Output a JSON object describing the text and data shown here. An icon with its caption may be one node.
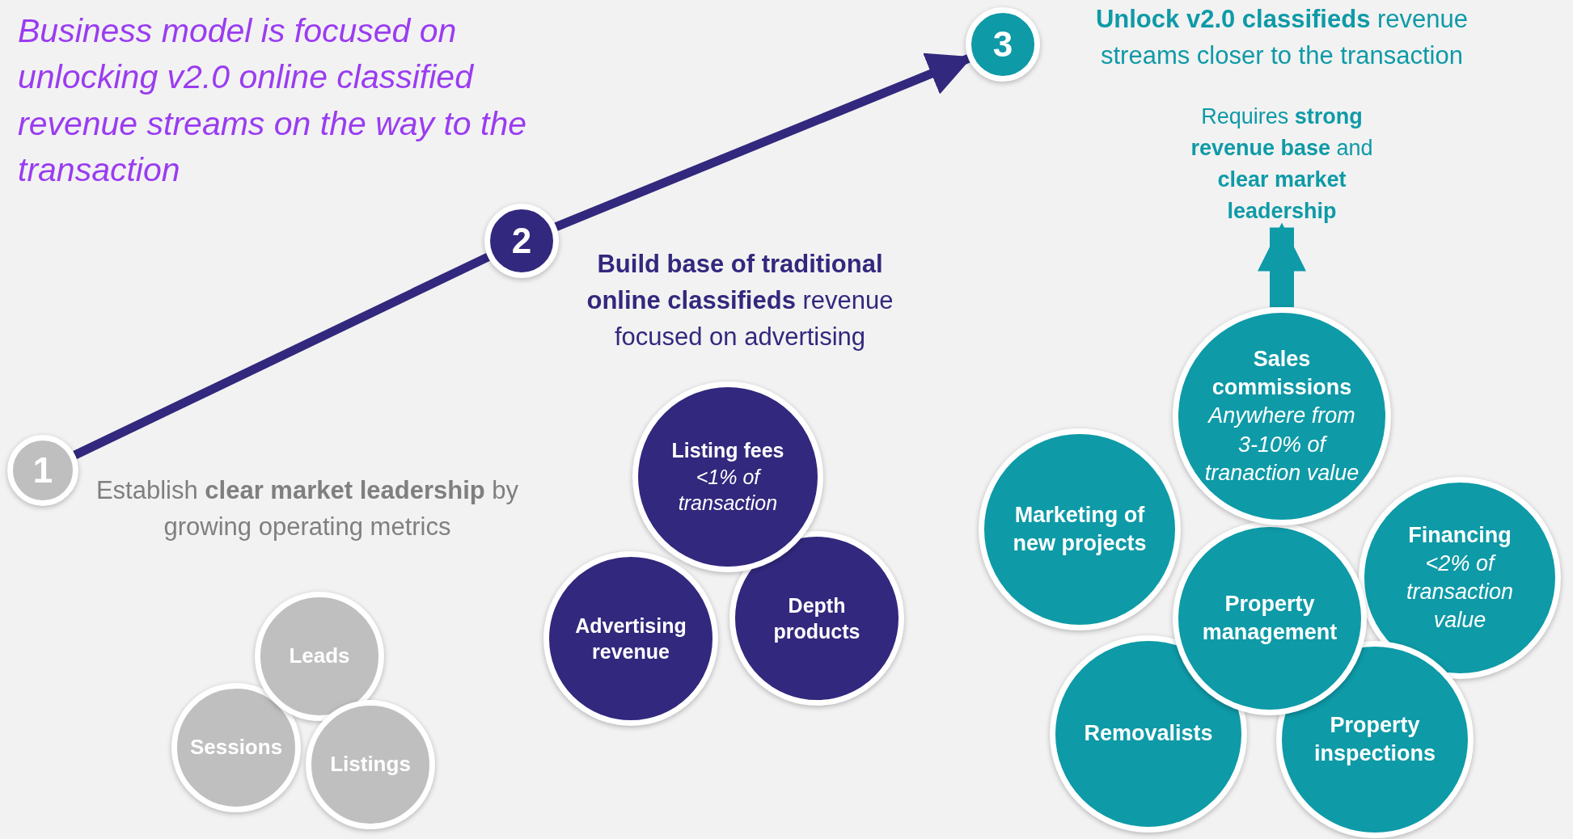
{
  "diagram": {
    "title": "Business model is focused on unlocking v2.0 online classified revenue streams on the way to the transaction",
    "nodes": [
      {
        "text": [
          "1"
        ],
        "beside": [
          "Establish **clear market leadership** by growing operating metrics"
        ]
      },
      {
        "text": [
          "2"
        ],
        "beside": [
          "**Build base of traditional online classifieds** revenue focused on advertising"
        ]
      },
      {
        "text": [
          "3"
        ],
        "beside": [
          "**Unlock v2.0 classifieds** revenue streams closer to the transaction"
        ]
      },
      {
        "text": [
          "Requires **strong revenue base** and **clear market leadership**"
        ]
      },
      {
        "text": [
          "Leads"
        ]
      },
      {
        "text": [
          "Sessions"
        ]
      },
      {
        "text": [
          "Listings"
        ]
      },
      {
        "text": [
          "Listing fees",
          "<1% of transaction"
        ]
      },
      {
        "text": [
          "Advertising revenue"
        ]
      },
      {
        "text": [
          "Depth products"
        ]
      },
      {
        "text": [
          "Sales commissions",
          "Anywhere from 3-10% of tranaction value"
        ]
      },
      {
        "text": [
          "Marketing of new projects"
        ]
      },
      {
        "text": [
          "Financing",
          "<2% of transaction value"
        ]
      },
      {
        "text": [
          "Property management"
        ]
      },
      {
        "text": [
          "Removalists"
        ]
      },
      {
        "text": [
          "Property inspections"
        ]
      }
    ],
    "edges": [
      {
        "from": 0,
        "to": 1,
        "arrow": "none"
      },
      {
        "from": 1,
        "to": 2,
        "arrow": "to"
      },
      {
        "from": 10,
        "to": 3,
        "arrow": "to",
        "style": "thick",
        "color": "#0e9aa7"
      }
    ]
  }
}
